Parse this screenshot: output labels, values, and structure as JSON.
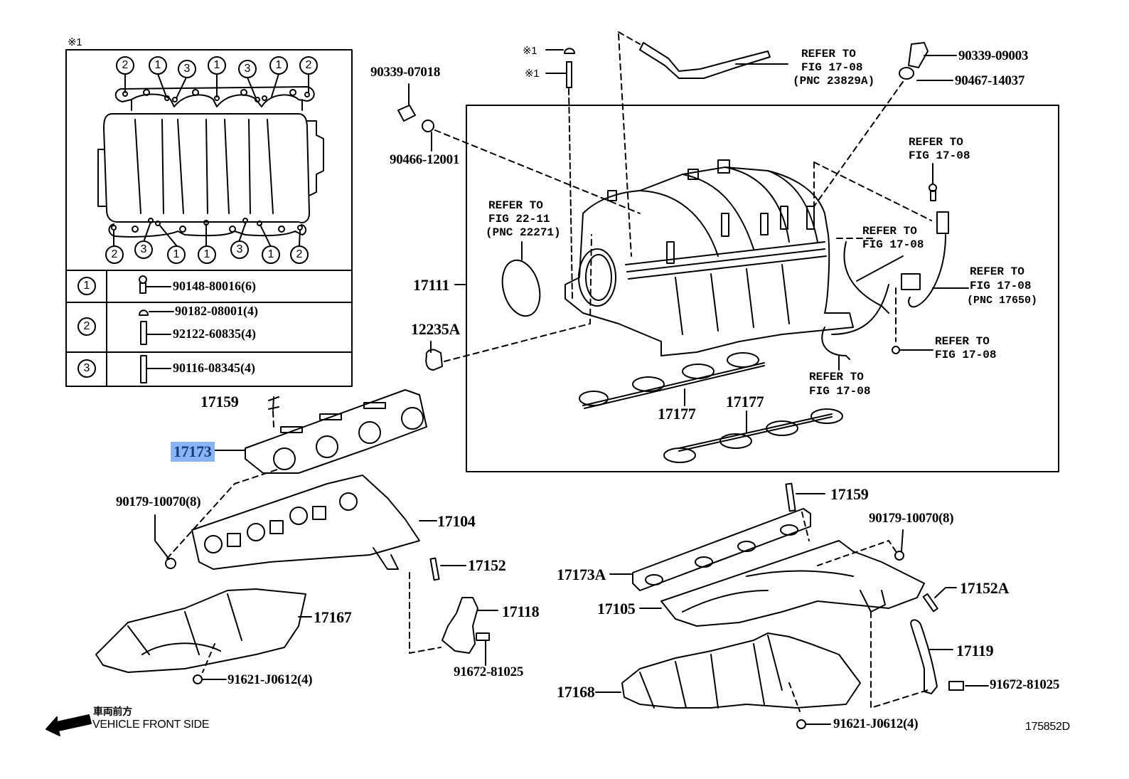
{
  "figure_id": "175852D",
  "detail_box": {
    "marker": "※1",
    "top_callouts": [
      "2",
      "1",
      "3",
      "1",
      "3",
      "1",
      "2"
    ],
    "bottom_callouts": [
      "2",
      "3",
      "1",
      "1",
      "3",
      "1",
      "2"
    ],
    "legend": [
      {
        "key": "1",
        "parts": [
          "90148-80016(6)"
        ]
      },
      {
        "key": "2",
        "parts": [
          "90182-08001(4)",
          "92122-60835(4)"
        ]
      },
      {
        "key": "3",
        "parts": [
          "90116-08345(4)"
        ]
      }
    ]
  },
  "labels": {
    "p90339_07018": "90339-07018",
    "p90466_12001": "90466-12001",
    "marker_nut": "※1",
    "marker_stud": "※1",
    "hose_refer_1": "REFER TO",
    "hose_refer_2": "FIG 17-08",
    "hose_refer_3": "(PNC 23829A)",
    "p90339_09003": "90339-09003",
    "p90467_14037": "90467-14037",
    "bolt_refer_1": "REFER TO",
    "bolt_refer_2": "FIG 17-08",
    "ring_refer_1": "REFER TO",
    "ring_refer_2": "FIG 22-11",
    "ring_refer_3": "(PNC 22271)",
    "sensor_refer_1": "REFER TO",
    "sensor_refer_2": "FIG 17-08",
    "wire_refer_1": "REFER TO",
    "wire_refer_2": "FIG 17-08",
    "wire_refer_3": "(PNC 17650)",
    "lowbolt_refer_1": "REFER TO",
    "lowbolt_refer_2": "FIG 17-08",
    "hose2_refer_1": "REFER TO",
    "hose2_refer_2": "FIG 17-08",
    "p17111": "17111",
    "p12235A": "12235A",
    "p17177_a": "17177",
    "p17177_b": "17177",
    "p17159_left": "17159",
    "p17173": "17173",
    "p90179_left": "90179-10070(8)",
    "p17104": "17104",
    "p17152": "17152",
    "p17167": "17167",
    "p91621_left": "91621-J0612(4)",
    "p17118": "17118",
    "p91672_left": "91672-81025",
    "p17159_right": "17159",
    "p90179_right": "90179-10070(8)",
    "p17173A": "17173A",
    "p17105": "17105",
    "p17152A": "17152A",
    "p17119": "17119",
    "p91672_right": "91672-81025",
    "p17168": "17168",
    "p91621_right": "91621-J0612(4)"
  },
  "direction": {
    "japanese": "車両前方",
    "english": "VEHICLE FRONT SIDE"
  },
  "selected_part": "17173",
  "colors": {
    "highlight_bg": "#8ab4f8",
    "highlight_text": "#1a3a7a"
  }
}
